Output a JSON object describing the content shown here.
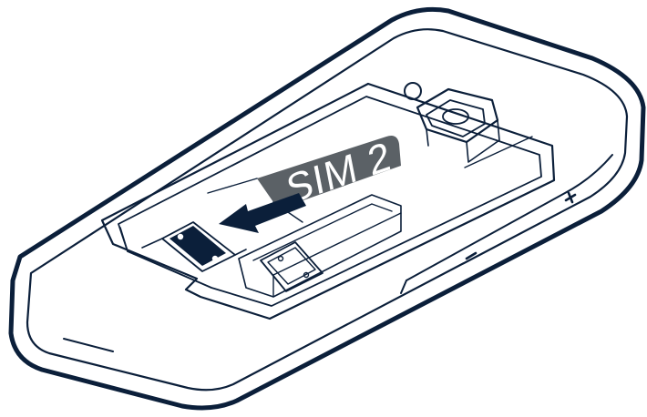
{
  "sim_card": {
    "label": "SIM 2"
  },
  "colors": {
    "ink": "#0b1f3a",
    "sim_card_fill": "#5b6166",
    "background": "#ffffff"
  },
  "icons": {
    "arrow": "insert-direction-arrow",
    "side_marks": [
      "volume-up-plus-mark",
      "volume-down-minus-mark"
    ]
  }
}
